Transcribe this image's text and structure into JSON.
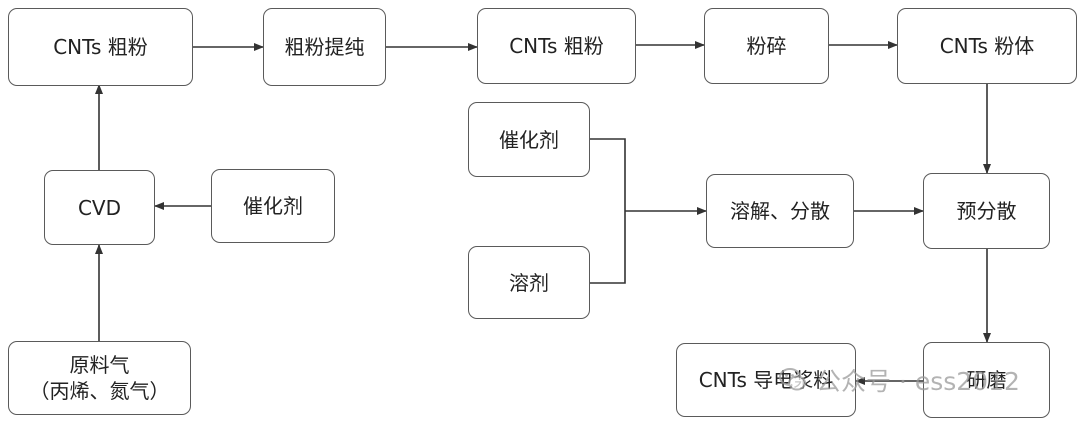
{
  "nodes": {
    "cnt_crude_left": "CNTs 粗粉",
    "purify": "粗粉提纯",
    "cnt_crude_mid": "CNTs 粗粉",
    "crush": "粉碎",
    "cnt_powder": "CNTs 粉体",
    "cvd": "CVD",
    "catalyst_left": "催化剂",
    "feed_gas": "原料气\n（丙烯、氮气）",
    "catalyst_right": "催化剂",
    "solvent": "溶剂",
    "dissolve": "溶解、分散",
    "predisperse": "预分散",
    "grind": "研磨",
    "slurry": "CNTs 导电浆料"
  },
  "watermark": {
    "text": "公众号 · ess2012",
    "icon": "wechat-icon"
  },
  "colors": {
    "line": "#333333",
    "border": "#5a5a5a",
    "text": "#222222",
    "watermark": "#9a9a9a"
  }
}
